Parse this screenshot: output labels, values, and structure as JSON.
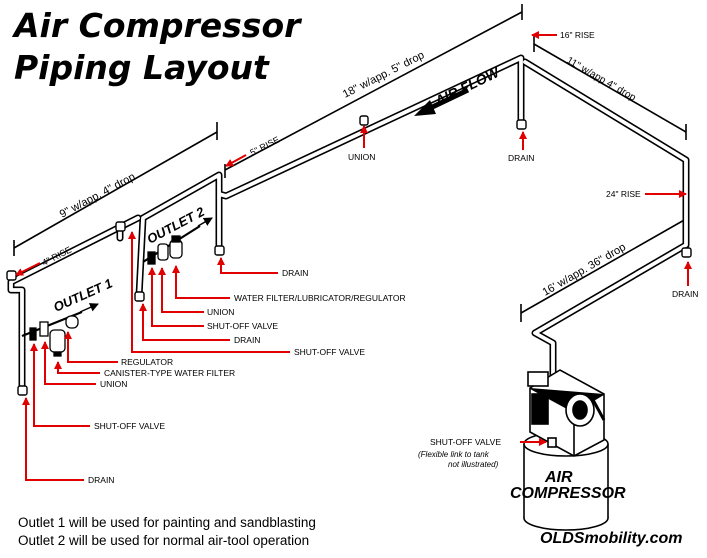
{
  "title": {
    "line1": "Air Compressor",
    "line2": "Piping Layout"
  },
  "labels": {
    "rise_16": "16\" RISE",
    "run_18": "18\" w/app. 5\" drop",
    "run_11": "11\" w/app 4\" drop",
    "air_flow": "AIR FLOW",
    "rise_5": "5\" RISE",
    "union_top": "UNION",
    "drain_top": "DRAIN",
    "run_9": "9\" w/app. 4\" drop",
    "rise_24": "24\" RISE",
    "outlet_2": "OUTLET 2",
    "rise_4": "4\" RISE",
    "drain_mid": "DRAIN",
    "drain_right": "DRAIN",
    "run_16": "16' w/app. 36\" drop",
    "outlet_1": "OUTLET 1",
    "water_filter_reg": "WATER FILTER/LUBRICATOR/REGULATOR",
    "union_o2": "UNION",
    "shutoff_o2": "SHUT-OFF VALVE",
    "drain_o2": "DRAIN",
    "shutoff_o2b": "SHUT-OFF VALVE",
    "regulator": "REGULATOR",
    "canister": "CANISTER-TYPE WATER FILTER",
    "union_o1": "UNION",
    "shutoff_o1": "SHUT-OFF VALVE",
    "shutoff_tank": "SHUT-OFF VALVE",
    "flex_note_1": "(Flexible link to tank",
    "flex_note_2": "not illustrated)",
    "air": "AIR",
    "compressor": "COMPRESSOR",
    "drain_o1": "DRAIN"
  },
  "footer": {
    "line1": "Outlet 1 will be used for painting and sandblasting",
    "line2": "Outlet 2 will be used for normal air-tool operation"
  },
  "brand": "OLDSmobility.com",
  "colors": {
    "arrow": "#e00000",
    "ink": "#000000",
    "pipe": "#ffffff"
  }
}
